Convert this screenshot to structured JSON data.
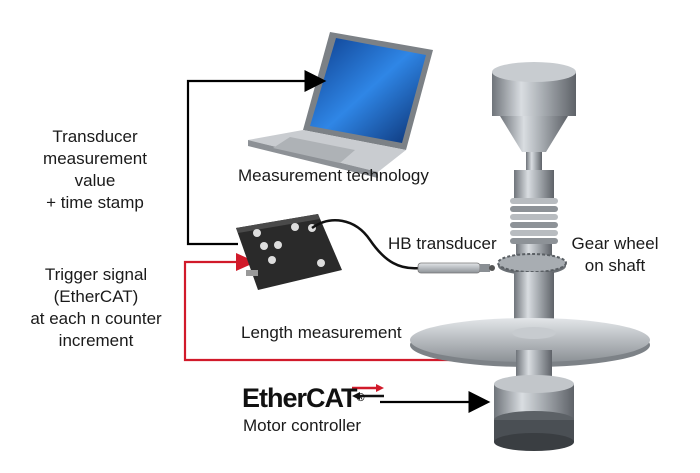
{
  "labels": {
    "transducer_value": "Transducer\nmeasurement\nvalue\n+ time stamp",
    "measurement_technology": "Measurement technology",
    "hb_transducer": "HB transducer",
    "gear_wheel": "Gear wheel\non shaft",
    "trigger_signal": "Trigger signal\n(EtherCAT)\nat each n counter\nincrement",
    "length_measurement": "Length measurement",
    "motor_controller": "Motor controller"
  },
  "logo": {
    "ether": "Ether",
    "cat": "CAT",
    "mark": "®"
  },
  "colors": {
    "signal_black": "#000000",
    "trigger_red": "#d11a2a",
    "metal": "#9aa0a6",
    "device_body": "#2a2a2a",
    "laptop_screen": "#1e6fd0"
  }
}
